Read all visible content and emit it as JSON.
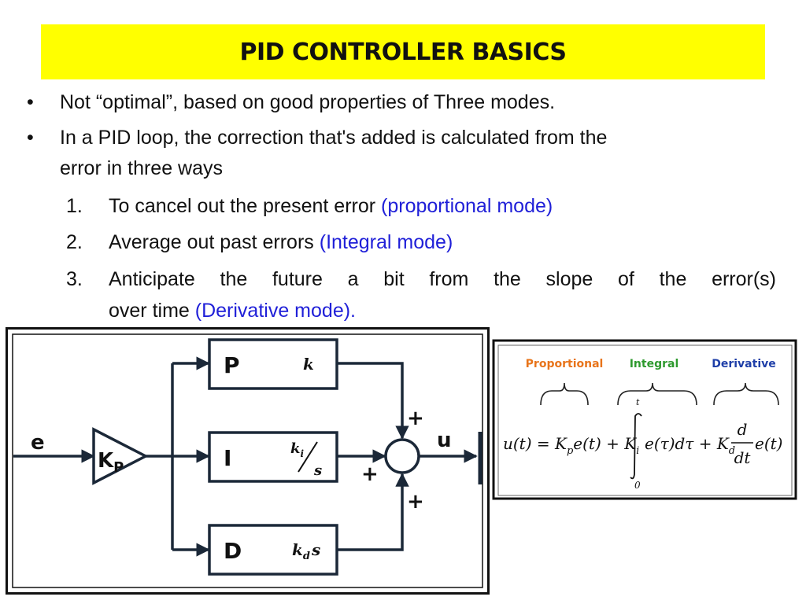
{
  "title": "PID CONTROLLER BASICS",
  "bullets": [
    {
      "text": "Not “optimal”, based on good properties of Three modes."
    },
    {
      "line1": "In a PID loop, the correction that's added is calculated from the",
      "line2": "error in three ways"
    }
  ],
  "items": [
    {
      "num": "1.",
      "text": "To cancel out the present error ",
      "mode": "(proportional mode)"
    },
    {
      "num": "2.",
      "text": "Average out past errors ",
      "mode": "(Integral mode)"
    },
    {
      "num": "3.",
      "line1": "Anticipate the future a bit from the slope of the error(s)",
      "text": "over time ",
      "mode": "(Derivative mode)."
    }
  ],
  "diagram": {
    "input_label": "e",
    "gain_label": "K",
    "gain_sub": "P",
    "output_label": "u",
    "blocks": [
      {
        "name": "P",
        "tf": "k"
      },
      {
        "name": "I",
        "tf_num": "k",
        "tf_num_sub": "i",
        "tf_den": "s"
      },
      {
        "name": "D",
        "tf": "k",
        "tf_sub": "d",
        "tf_tail": "s"
      }
    ],
    "signs": [
      "+",
      "+",
      "+"
    ]
  },
  "equation": {
    "labels": [
      {
        "text": "Proportional",
        "color": "#e8741a"
      },
      {
        "text": "Integral",
        "color": "#2e9a2e"
      },
      {
        "text": "Derivative",
        "color": "#1f3fa8"
      }
    ],
    "lhs": "u(t) = K",
    "p_sub": "p",
    "p_term": "e(t) + K",
    "i_sub": "i",
    "int_upper": "t",
    "int_lower": "0",
    "i_term": "e(τ)dτ + K",
    "d_sub": "d",
    "frac_num": "d",
    "frac_den": "dt",
    "d_term": "e(t)"
  }
}
